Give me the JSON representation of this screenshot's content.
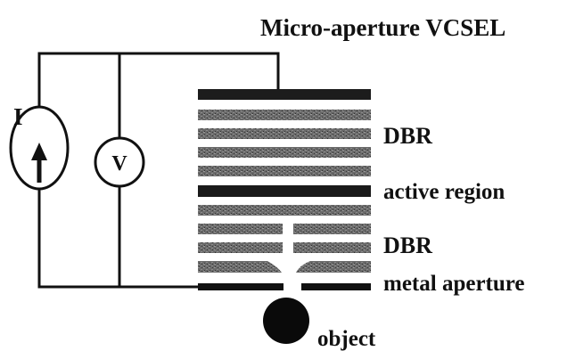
{
  "title": "Micro-aperture VCSEL",
  "labels": {
    "current_source": "I",
    "voltmeter": "V",
    "dbr_top": "DBR",
    "active_region": "active region",
    "dbr_bottom": "DBR",
    "metal_aperture": "metal aperture",
    "object": "object"
  },
  "colors": {
    "ink": "#111111",
    "background": "#ffffff"
  }
}
